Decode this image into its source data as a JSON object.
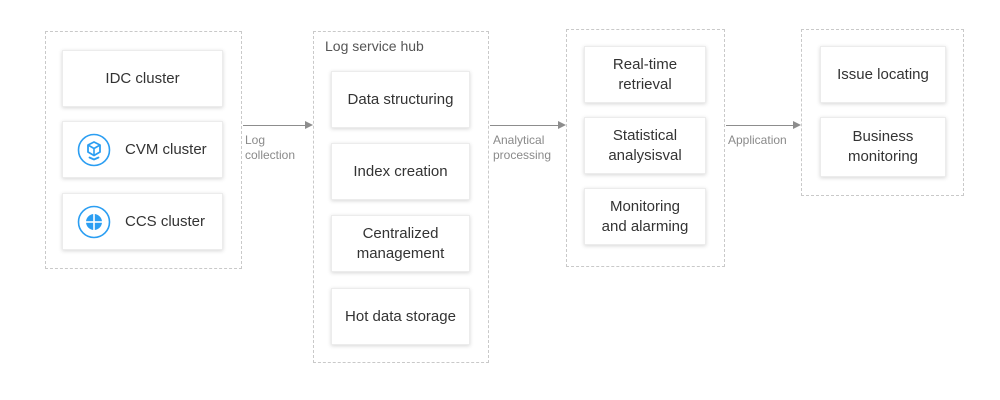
{
  "sources": {
    "items": [
      {
        "label": "IDC cluster"
      },
      {
        "label": "CVM cluster",
        "icon": "cvm-cluster-icon"
      },
      {
        "label": "CCS cluster",
        "icon": "ccs-cluster-icon"
      }
    ]
  },
  "arrows": [
    {
      "label": "Log\ncollection"
    },
    {
      "label": "Analytical\nprocessing"
    },
    {
      "label": "Application"
    }
  ],
  "hub": {
    "title": "Log service hub",
    "items": [
      {
        "label": "Data structuring"
      },
      {
        "label": "Index creation"
      },
      {
        "label": "Centralized\nmanagement"
      },
      {
        "label": "Hot data storage"
      }
    ]
  },
  "processing": {
    "items": [
      {
        "label": "Real-time\nretrieval"
      },
      {
        "label": "Statistical\nanalysisval"
      },
      {
        "label": "Monitoring\nand alarming"
      }
    ]
  },
  "application": {
    "items": [
      {
        "label": "Issue locating"
      },
      {
        "label": "Business\nmonitoring"
      }
    ]
  },
  "colors": {
    "icon_accent": "#2b9ef2",
    "border": "#c9c9c9",
    "arrow": "#8d8d8d"
  }
}
